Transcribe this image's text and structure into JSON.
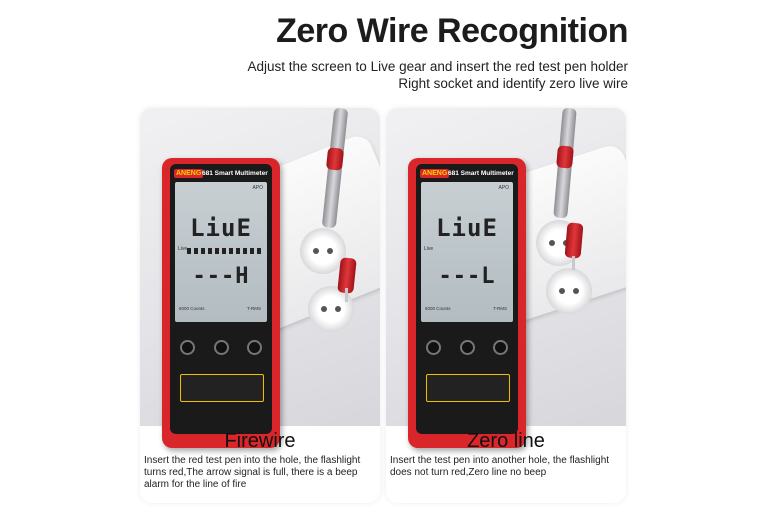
{
  "header": {
    "title": "Zero Wire Recognition",
    "subtitle_line1": "Adjust the screen to Live gear and insert the red test pen holder",
    "subtitle_line2": "Right socket and identify zero live wire"
  },
  "left_card": {
    "title": "Firewire",
    "description": "Insert the red test pen into the hole, the flashlight turns red,The arrow signal is full, there is a beep alarm for the line of fire",
    "meter": {
      "brand": "ANENG",
      "model": "681 Smart Multimeter",
      "apo": "APO",
      "reading_top": "LiuE",
      "reading_bottom": "---H",
      "live_label": "Live",
      "counts": "6000 Counts",
      "trms": "T-RMS",
      "arrow_level_fraction": 1.0
    }
  },
  "right_card": {
    "title": "Zero line",
    "description": "Insert the test pen into another hole, the flashlight does not turn red,Zero line no beep",
    "meter": {
      "brand": "ANENG",
      "model": "681 Smart Multimeter",
      "apo": "APO",
      "reading_top": "LiuE",
      "reading_bottom": "---L",
      "live_label": "Live",
      "counts": "6000 Counts",
      "trms": "T-RMS",
      "arrow_level_fraction": 0.0
    }
  },
  "colors": {
    "meter_red": "#d9262b",
    "lcd": "#c0c8cc",
    "brand_yellow": "#ffd000"
  }
}
